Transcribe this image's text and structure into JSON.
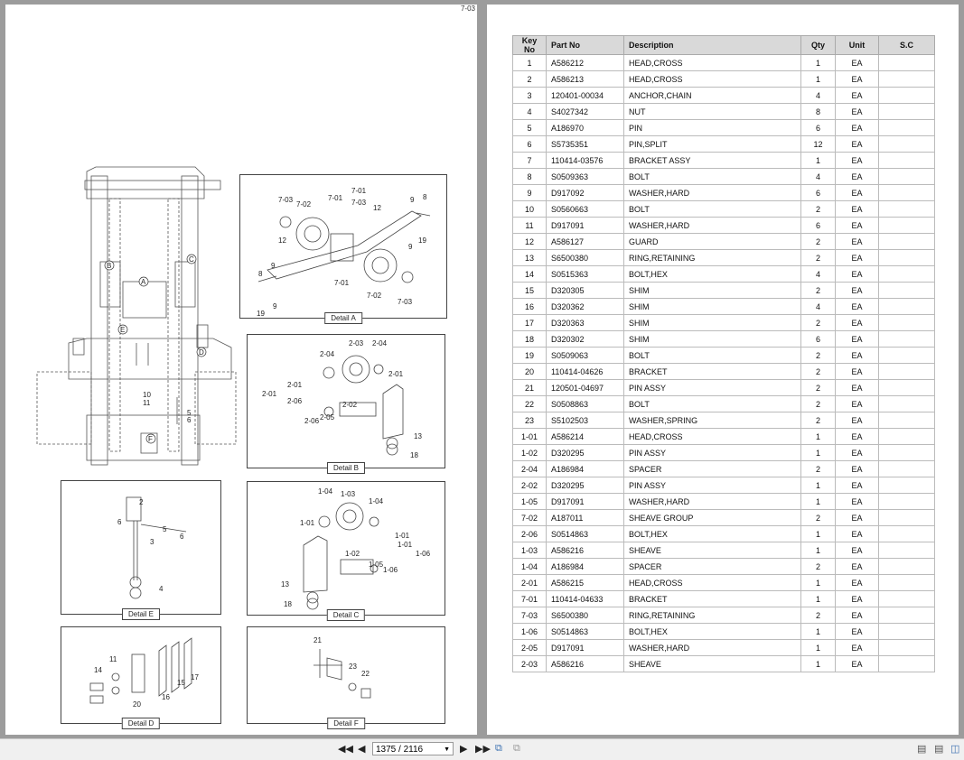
{
  "left_page": {
    "page_ref": "7-03",
    "details": [
      {
        "label": "Detail A"
      },
      {
        "label": "Detail B"
      },
      {
        "label": "Detail E"
      },
      {
        "label": "Detail C"
      },
      {
        "label": "Detail D"
      },
      {
        "label": "Detail F"
      }
    ],
    "callouts": {
      "overview": [
        "A",
        "B",
        "C",
        "D",
        "E",
        "F",
        "10",
        "11",
        "5",
        "6"
      ],
      "detail_a": [
        "7-03",
        "7-02",
        "7-01",
        "7-01",
        "7-03",
        "12",
        "9",
        "8",
        "12",
        "19",
        "9",
        "8",
        "9",
        "19",
        "9",
        "7-01",
        "7-02",
        "7-03"
      ],
      "detail_b": [
        "2-03",
        "2-04",
        "2-04",
        "2-01",
        "2-01",
        "2-01",
        "2-06",
        "2-02",
        "2-06",
        "2-05",
        "13",
        "18"
      ],
      "detail_e": [
        "2",
        "6",
        "5",
        "6",
        "3",
        "4"
      ],
      "detail_c": [
        "1-04",
        "1-03",
        "1-04",
        "1-01",
        "1-01",
        "1-01",
        "1-06",
        "1-02",
        "1-05",
        "1-06",
        "13",
        "18"
      ],
      "detail_d": [
        "11",
        "14",
        "17",
        "15",
        "16",
        "20"
      ],
      "detail_f": [
        "21",
        "23",
        "22"
      ]
    }
  },
  "table": {
    "headers": [
      "Key No",
      "Part No",
      "Description",
      "Qty",
      "Unit",
      "S.C"
    ],
    "rows": [
      [
        "1",
        "A586212",
        "HEAD,CROSS",
        "1",
        "EA",
        ""
      ],
      [
        "2",
        "A586213",
        "HEAD,CROSS",
        "1",
        "EA",
        ""
      ],
      [
        "3",
        "120401-00034",
        "ANCHOR,CHAIN",
        "4",
        "EA",
        ""
      ],
      [
        "4",
        "S4027342",
        "NUT",
        "8",
        "EA",
        ""
      ],
      [
        "5",
        "A186970",
        "PIN",
        "6",
        "EA",
        ""
      ],
      [
        "6",
        "S5735351",
        "PIN,SPLIT",
        "12",
        "EA",
        ""
      ],
      [
        "7",
        "110414-03576",
        "BRACKET ASSY",
        "1",
        "EA",
        ""
      ],
      [
        "8",
        "S0509363",
        "BOLT",
        "4",
        "EA",
        ""
      ],
      [
        "9",
        "D917092",
        "WASHER,HARD",
        "6",
        "EA",
        ""
      ],
      [
        "10",
        "S0560663",
        "BOLT",
        "2",
        "EA",
        ""
      ],
      [
        "11",
        "D917091",
        "WASHER,HARD",
        "6",
        "EA",
        ""
      ],
      [
        "12",
        "A586127",
        "GUARD",
        "2",
        "EA",
        ""
      ],
      [
        "13",
        "S6500380",
        "RING,RETAINING",
        "2",
        "EA",
        ""
      ],
      [
        "14",
        "S0515363",
        "BOLT,HEX",
        "4",
        "EA",
        ""
      ],
      [
        "15",
        "D320305",
        "SHIM",
        "2",
        "EA",
        ""
      ],
      [
        "16",
        "D320362",
        "SHIM",
        "4",
        "EA",
        ""
      ],
      [
        "17",
        "D320363",
        "SHIM",
        "2",
        "EA",
        ""
      ],
      [
        "18",
        "D320302",
        "SHIM",
        "6",
        "EA",
        ""
      ],
      [
        "19",
        "S0509063",
        "BOLT",
        "2",
        "EA",
        ""
      ],
      [
        "20",
        "110414-04626",
        "BRACKET",
        "2",
        "EA",
        ""
      ],
      [
        "21",
        "120501-04697",
        "PIN ASSY",
        "2",
        "EA",
        ""
      ],
      [
        "22",
        "S0508863",
        "BOLT",
        "2",
        "EA",
        ""
      ],
      [
        "23",
        "S5102503",
        "WASHER,SPRING",
        "2",
        "EA",
        ""
      ],
      [
        "1-01",
        "A586214",
        "HEAD,CROSS",
        "1",
        "EA",
        ""
      ],
      [
        "1-02",
        "D320295",
        "PIN ASSY",
        "1",
        "EA",
        ""
      ],
      [
        "2-04",
        "A186984",
        "SPACER",
        "2",
        "EA",
        ""
      ],
      [
        "2-02",
        "D320295",
        "PIN ASSY",
        "1",
        "EA",
        ""
      ],
      [
        "1-05",
        "D917091",
        "WASHER,HARD",
        "1",
        "EA",
        ""
      ],
      [
        "7-02",
        "A187011",
        "SHEAVE GROUP",
        "2",
        "EA",
        ""
      ],
      [
        "2-06",
        "S0514863",
        "BOLT,HEX",
        "1",
        "EA",
        ""
      ],
      [
        "1-03",
        "A586216",
        "SHEAVE",
        "1",
        "EA",
        ""
      ],
      [
        "1-04",
        "A186984",
        "SPACER",
        "2",
        "EA",
        ""
      ],
      [
        "2-01",
        "A586215",
        "HEAD,CROSS",
        "1",
        "EA",
        ""
      ],
      [
        "7-01",
        "110414-04633",
        "BRACKET",
        "1",
        "EA",
        ""
      ],
      [
        "7-03",
        "S6500380",
        "RING,RETAINING",
        "2",
        "EA",
        ""
      ],
      [
        "1-06",
        "S0514863",
        "BOLT,HEX",
        "1",
        "EA",
        ""
      ],
      [
        "2-05",
        "D917091",
        "WASHER,HARD",
        "1",
        "EA",
        ""
      ],
      [
        "2-03",
        "A586216",
        "SHEAVE",
        "1",
        "EA",
        ""
      ]
    ]
  },
  "toolbar": {
    "page_indicator": "1375 / 2116",
    "icons": [
      "first-page-icon",
      "prev-page-icon",
      "next-page-icon",
      "last-page-icon",
      "fit-page-icon",
      "fit-width-icon",
      "single-page-view-icon",
      "continuous-view-icon",
      "two-page-view-icon"
    ]
  }
}
